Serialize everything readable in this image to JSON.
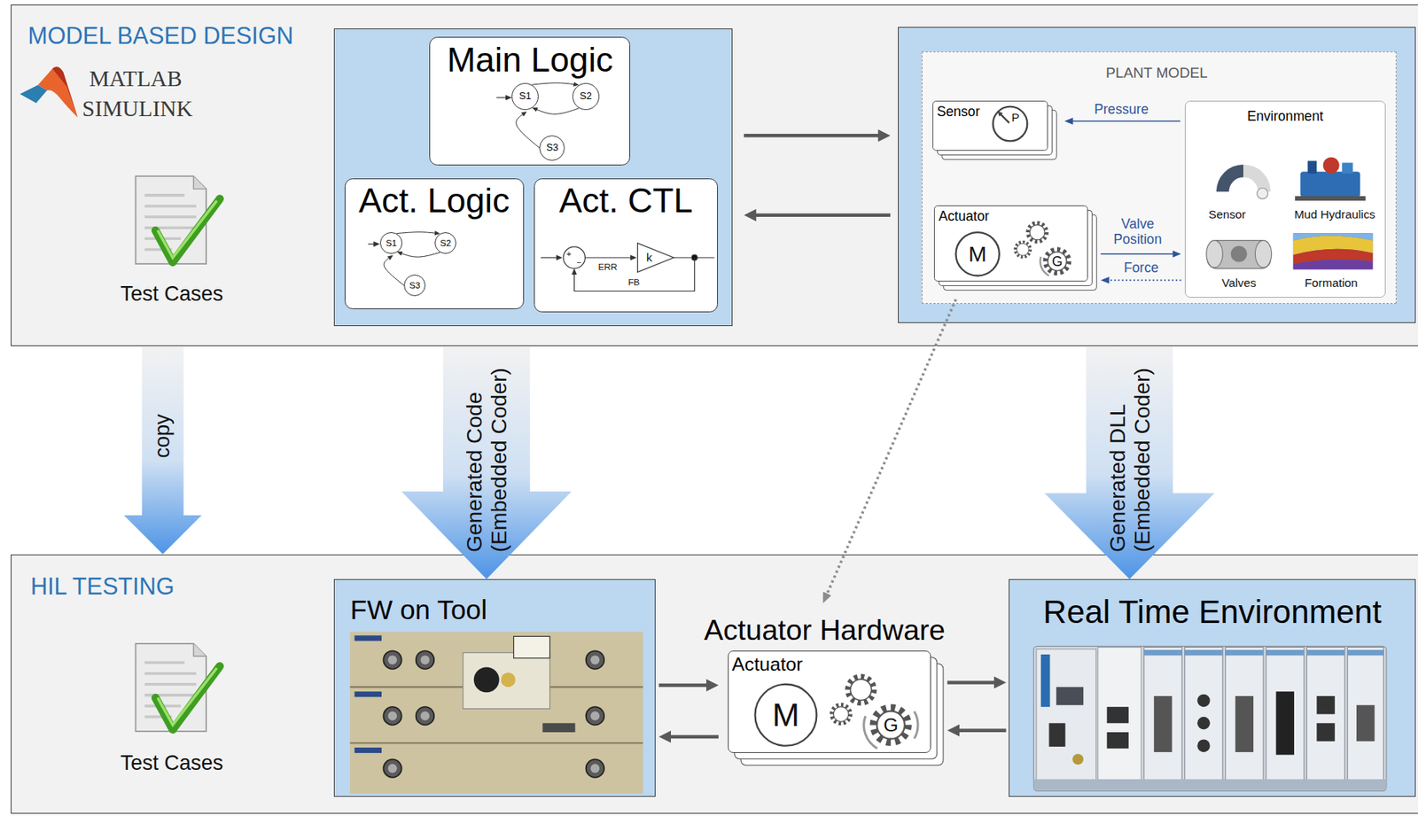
{
  "diagram": {
    "nodes": [
      {
        "text": [
          "MODEL BASED DESIGN"
        ]
      },
      {
        "text": [],
        "in": 0
      },
      {
        "text": [
          "Main Logic"
        ],
        "in": 1
      },
      {
        "text": [
          "S1"
        ],
        "in": 2
      },
      {
        "text": [
          "S2"
        ],
        "in": 2
      },
      {
        "text": [
          "S3"
        ],
        "in": 2
      },
      {
        "text": [
          "Act. Logic"
        ],
        "in": 1
      },
      {
        "text": [
          "S1"
        ],
        "in": 6
      },
      {
        "text": [
          "S2"
        ],
        "in": 6
      },
      {
        "text": [
          "S3"
        ],
        "in": 6
      },
      {
        "text": [
          "Act. CTL"
        ],
        "in": 1
      },
      {
        "text": [
          "PLANT MODEL"
        ],
        "in": 0
      },
      {
        "text": [
          "Sensor"
        ],
        "in": 11
      },
      {
        "text": [
          "Actuator"
        ],
        "in": 11
      },
      {
        "text": [
          "Environment"
        ],
        "in": 11
      },
      {
        "text": [
          "HIL TESTING"
        ]
      },
      {
        "text": [
          "FW on Tool"
        ],
        "in": 15
      },
      {
        "text": [
          "Actuator Hardware",
          "Actuator"
        ],
        "in": 15
      },
      {
        "text": [
          "Real Time Environment"
        ],
        "in": 15
      }
    ],
    "edges": [
      {
        "from": 3,
        "to": 4,
        "arrow": "to"
      },
      {
        "from": 4,
        "to": 3,
        "arrow": "to"
      },
      {
        "from": 5,
        "to": 3,
        "arrow": "to"
      },
      {
        "from": 7,
        "to": 8,
        "arrow": "to"
      },
      {
        "from": 8,
        "to": 7,
        "arrow": "to"
      },
      {
        "from": 9,
        "to": 7,
        "arrow": "to"
      },
      {
        "from": 1,
        "to": 11,
        "arrow": "to"
      },
      {
        "from": 11,
        "to": 1,
        "arrow": "to"
      },
      {
        "from": 14,
        "to": 12,
        "label": "Pressure",
        "arrow": "to"
      },
      {
        "from": 13,
        "to": 14,
        "label": "Valve Position",
        "arrow": "to"
      },
      {
        "from": 14,
        "to": 13,
        "label": "Force",
        "arrow": "to"
      },
      {
        "from": 0,
        "to": 15,
        "label": "copy",
        "arrow": "to"
      },
      {
        "from": 0,
        "to": 16,
        "label": "Generated Code (Embedded Coder)",
        "arrow": "to"
      },
      {
        "from": 0,
        "to": 18,
        "label": "Generated DLL (Embedded Coder)",
        "arrow": "to"
      },
      {
        "from": 13,
        "to": 17,
        "arrow": "to"
      },
      {
        "from": 16,
        "to": 17,
        "arrow": "to"
      },
      {
        "from": 17,
        "to": 16,
        "arrow": "to"
      },
      {
        "from": 17,
        "to": 18,
        "arrow": "to"
      },
      {
        "from": 18,
        "to": 17,
        "arrow": "to"
      }
    ],
    "labels": [
      "MATLAB",
      "SIMULINK",
      "Test Cases",
      "+",
      "−",
      "ERR",
      "k",
      "FB",
      "P",
      "M",
      "G",
      "Sensor",
      "Mud Hydraulics",
      "Valves",
      "Formation",
      "Test Cases",
      "M",
      "G"
    ]
  }
}
